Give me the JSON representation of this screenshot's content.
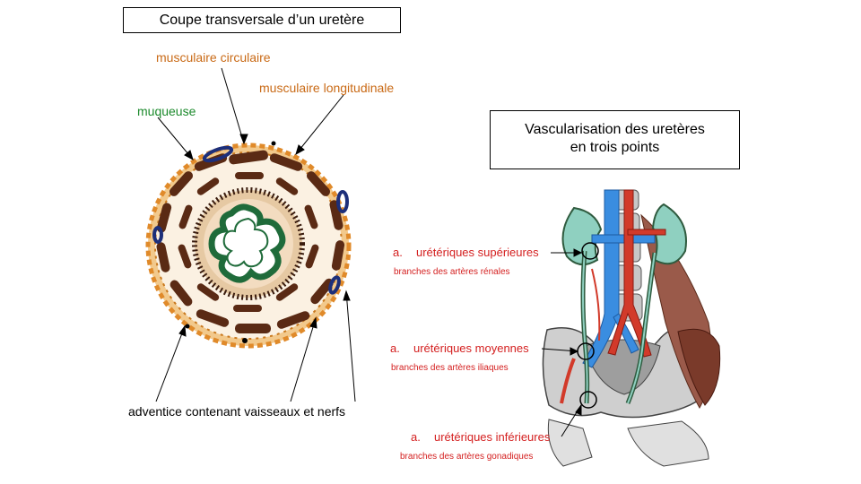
{
  "left_title": "Coupe transversale d’un uretère",
  "right_title": {
    "line1": "Vascularisation des uretères",
    "line2": "en trois points"
  },
  "cross_section_labels": {
    "musc_circ": "musculaire  circulaire",
    "musc_long": "musculaire  longitudinale",
    "muqueuse": "muqueuse",
    "adventice": "adventice contenant  vaisseaux et nerfs"
  },
  "vascular_labels": {
    "sup_marker": "a.",
    "sup_name": "urétériques supérieures",
    "sup_branch": "branches des artères rénales",
    "moy_marker": "a.",
    "moy_name": "urétériques moyennes",
    "moy_branch": "branches des artères iliaques",
    "inf_marker": "a.",
    "inf_name": "urétériques inférieures",
    "inf_branch": "branches des artères gonadiques"
  },
  "colors": {
    "orange_label": "#c96a16",
    "green_label": "#1c8a2c",
    "red_label": "#d42020",
    "muscle_brown": "#5a2a14",
    "mucosa_green": "#1f6b3a",
    "adventice_tan": "#e8a35a",
    "lumen_tan": "#f3dcc0",
    "vein_blue": "#3a8de0",
    "artery_red": "#d23a2a",
    "ureter_green": "#2f5b3f"
  }
}
